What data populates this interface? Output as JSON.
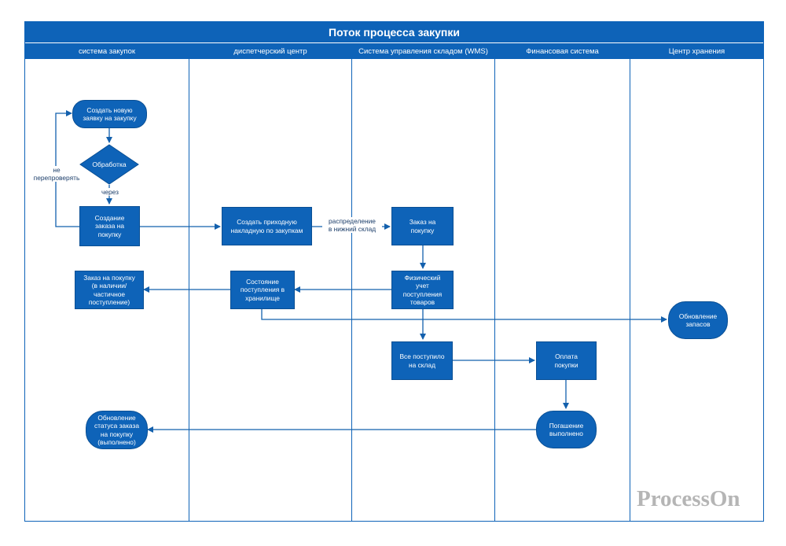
{
  "title": "Поток процесса закупки",
  "lanes": [
    "система закупок",
    "диспетчерский центр",
    "Система управления складом (WMS)",
    "Финансовая система",
    "Центр хранения"
  ],
  "nodes": {
    "create_request": "Создать новую\nзаявку на закупку",
    "processing": "Обработка",
    "create_po": "Создание\nзаказа на\nпокупку",
    "create_receipt": "Создать приходную\nнакладную по закупкам",
    "purchase_order_wms": "Заказ на\nпокупку",
    "physical_receipt": "Физический\nучет\nпоступления\nтоваров",
    "receipt_status": "Состояние\nпоступления в\nхранилище",
    "po_partial": "Заказ на покупку\n(в наличии/\nчастичное\nпоступление)",
    "all_received": "Все поступило\nна склад",
    "payment": "Оплата\nпокупки",
    "repayment_done": "Погашение\nвыполнено",
    "update_status": "Обновление\nстатуса заказа\nна покупку\n(выполнено)",
    "update_stock": "Обновление\nзапасов"
  },
  "edge_labels": {
    "recheck_no": "не\nперепроверять",
    "pass": "через",
    "distribution": "распределение\nв нижний склад"
  },
  "watermark": "ProcessOn",
  "colors": {
    "primary": "#0e63b8",
    "border": "#0a4f94",
    "edge": "#1360ad"
  }
}
